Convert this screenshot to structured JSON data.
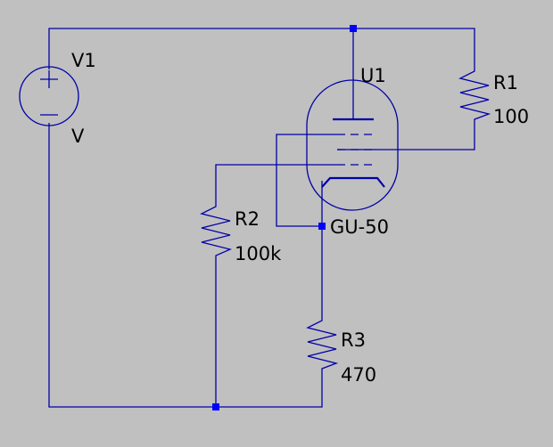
{
  "components": {
    "v1": {
      "name": "V1",
      "value": "V"
    },
    "u1": {
      "name": "U1",
      "value": "GU-50"
    },
    "r1": {
      "name": "R1",
      "value": "100"
    },
    "r2": {
      "name": "R2",
      "value": "100k"
    },
    "r3": {
      "name": "R3",
      "value": "470"
    }
  },
  "colors": {
    "background": "#c0c0c0",
    "wire": "#0000a8",
    "junction": "#0000ff",
    "text": "#000000"
  }
}
